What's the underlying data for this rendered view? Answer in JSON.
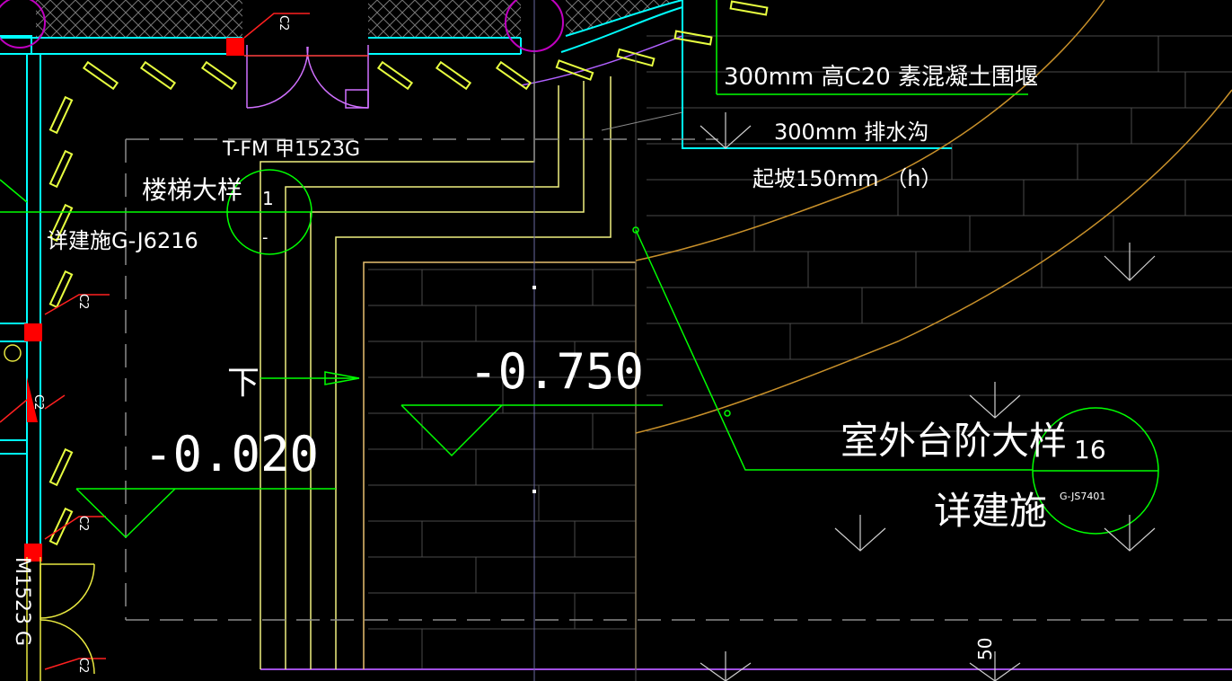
{
  "drawing": {
    "door_tag": "T-FM  甲1523G",
    "stair_detail": {
      "title": "楼梯大样",
      "ref": "详建施G-J6216",
      "index": "1",
      "sheet": "-"
    },
    "cofferdam_note": "300mm    高C20  素混凝土围堰",
    "drain_note": "300mm    排水沟",
    "ramp_note": "起坡150mm    （h）",
    "stair_down_label": "下",
    "level_upper": "-0.020",
    "level_lower": "-0.750",
    "outdoor_step_detail": {
      "title": "室外台阶大样",
      "ref": "详建施",
      "index": "16",
      "sheet": "G-JS7401"
    },
    "window_tag": "C2",
    "edge_label_left": "M1523 G",
    "edge_label_bottom": "50"
  },
  "colors": {
    "background": "#000000",
    "wall": "#00ffff",
    "annotation": "#00ff00",
    "column": "#ff0000",
    "step_line": "#ffff66",
    "slope": "#c8902a",
    "paving": "#5a5a5a",
    "boundary": "#c070ff",
    "text": "#ffffff"
  }
}
